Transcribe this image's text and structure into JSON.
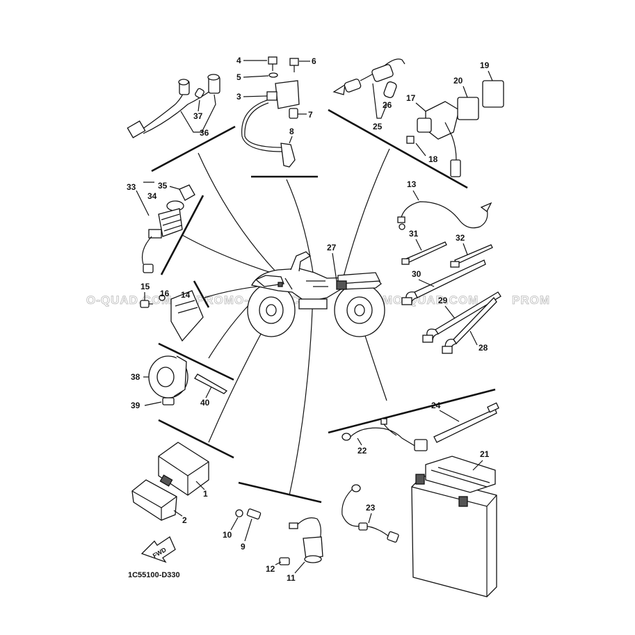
{
  "diagram_code": "1C55100-D330",
  "watermark": [
    "O-QUAD.COM",
    "PROMO-QUAD.COM",
    "PROMO-QUAD.COM",
    "PROM"
  ],
  "fwd_label": "FWD",
  "callouts": [
    "1",
    "2",
    "3",
    "4",
    "5",
    "6",
    "7",
    "8",
    "9",
    "10",
    "11",
    "12",
    "13",
    "14",
    "15",
    "16",
    "17",
    "18",
    "19",
    "20",
    "21",
    "22",
    "23",
    "24",
    "25",
    "26",
    "27",
    "28",
    "29",
    "30",
    "31",
    "32",
    "33",
    "34",
    "35",
    "36",
    "37",
    "38",
    "39",
    "40"
  ]
}
